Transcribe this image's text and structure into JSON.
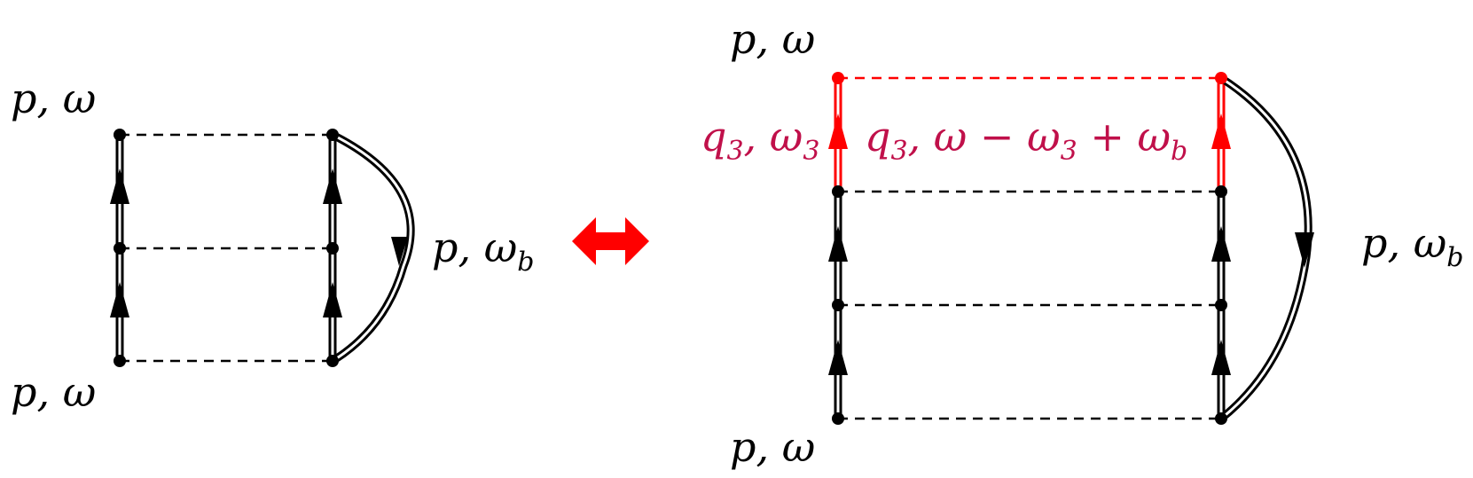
{
  "colors": {
    "line": "#000000",
    "highlight": "#ff0000",
    "label_highlight": "#c0104a",
    "background": "#ffffff"
  },
  "icons": {
    "equivalence": "double-headed-arrow-icon"
  },
  "left": {
    "top_label": {
      "main": "p, ω",
      "sub": ""
    },
    "bottom_label": {
      "main": "p, ω",
      "sub": ""
    },
    "arc_label": {
      "main": "p, ω",
      "sub": "b"
    }
  },
  "right": {
    "top_label": {
      "main": "p, ω",
      "sub": ""
    },
    "bottom_label": {
      "main": "p, ω",
      "sub": ""
    },
    "arc_label": {
      "main": "p, ω",
      "sub": "b"
    },
    "red_left_label": {
      "q": "q",
      "q_sub": "3",
      "mid": ", ω",
      "mid_sub": "3",
      "tail": "",
      "tail_sub": ""
    },
    "red_right_label": {
      "q": "q",
      "q_sub": "3",
      "mid": ", ω − ω",
      "mid_sub": "3",
      "tail": " + ω",
      "tail_sub": "b"
    }
  }
}
